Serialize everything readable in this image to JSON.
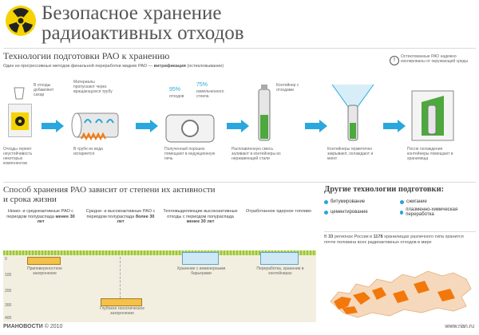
{
  "header": {
    "title_line1": "Безопасное хранение",
    "title_line2": "радиоактивных отходов"
  },
  "tech": {
    "title": "Технологии подготовки РАО к хранению",
    "subtitle_pre": "Один из прогрессивных методов финальной переработки жидких РАО —",
    "subtitle_bold": "витрификация",
    "subtitle_post": "(остекловывание)",
    "note": "Остеклованные РАО надежно изолированы от окружающей среды",
    "percent_95": "95%",
    "percent_95_label": "отходов",
    "percent_75": "75%",
    "percent_75_label": "измельченного стекла",
    "steps": [
      {
        "top": "В отходы добавляют сахар",
        "bottom": "Отходы теряют неустойчивость некоторых компонентов"
      },
      {
        "top": "Материалы пропускают через вращающуюся трубу",
        "bottom": "В трубе их вода испаряется"
      },
      {
        "top": "",
        "bottom": "Полученный порошок помещают в индукционную печь"
      },
      {
        "top": "Контейнер с отходами",
        "bottom": "Расплавленную смесь заливают в контейнеры из нержавеющей стали"
      },
      {
        "top": "",
        "bottom": "Контейнеры герметично закрывают, охлаждают и моют"
      },
      {
        "top": "",
        "bottom": "После охлаждения контейнеры помещают в хранилища"
      }
    ]
  },
  "storage": {
    "title_line1": "Способ хранения РАО зависит от степени их активности",
    "title_line2": "и срока жизни",
    "columns": [
      {
        "text": "Низко- и среднеактивные РАО с периодом полураспада",
        "bold": "менее 30 лет",
        "bottom": "Приповерхностное захоронение"
      },
      {
        "text": "Средне- и высокоактивные РАО с периодом полураспада",
        "bold": "более 30 лет",
        "bottom": "Глубокое геологическое захоронение"
      },
      {
        "text": "Тепловыделяющие высокоактивные отходы с периодом полураспада",
        "bold": "менее 30 лет",
        "bottom": "Хранение с инженерными барьерами"
      },
      {
        "text": "Отработанное ядерное топливо",
        "bold": "",
        "bottom": "Переработка, хранение в контейнерах"
      }
    ],
    "depth_labels": [
      "0",
      "100",
      "200",
      "300",
      "400"
    ]
  },
  "other": {
    "title": "Другие технологии подготовки:",
    "items": [
      "битумирование",
      "сжигание",
      "цементирование",
      "плазменно-химическая переработка"
    ],
    "russia_text_pre": "В",
    "russia_regions": "33",
    "russia_text_mid": "регионах России в",
    "russia_sites": "1178",
    "russia_text_post": "хранилищах различного типа хранится почти половина всех радиоактивных отходов в мире"
  },
  "footer": {
    "logo": "РИАНОВОСТИ",
    "copyright": "© 2010",
    "site": "www.rian.ru"
  },
  "colors": {
    "accent": "#2aa7dd",
    "radiation_yellow": "#f5d300",
    "grass": "#9cc43a",
    "map": "#f2780c"
  }
}
